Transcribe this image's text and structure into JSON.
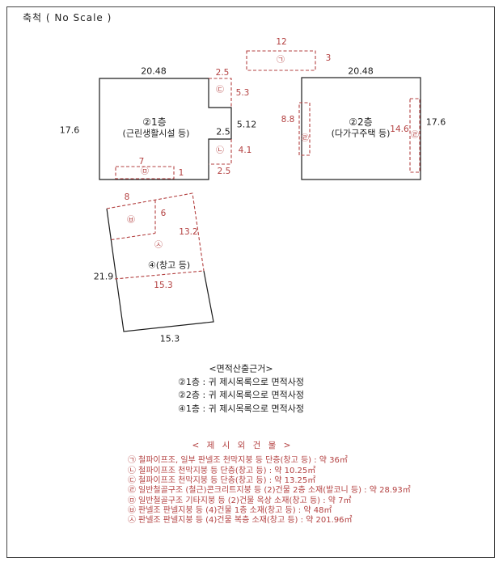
{
  "title": "축척 ( No Scale )",
  "colors": {
    "line_black": "#1c1c1c",
    "line_red": "#b34040"
  },
  "annex_top": {
    "glyph": "㉠",
    "dim_top": "12",
    "dim_right": "3"
  },
  "floor1": {
    "dim_top": "20.48",
    "dim_left": "17.6",
    "label_line1": "②1층",
    "label_line2": "(근린생활시설 등)",
    "notch_top": {
      "glyph": "㉢",
      "dim_top": "2.5",
      "dim_right": "5.3"
    },
    "bump": {
      "dim_right": "5.12",
      "dim_width": "2.5"
    },
    "notch_bottom": {
      "glyph": "㉡",
      "dim_right": "4.1",
      "dim_bottom": "2.5"
    },
    "box_bottom": {
      "glyph": "㉤",
      "dim_top": "7",
      "dim_right": "1"
    }
  },
  "floor2": {
    "dim_top": "20.48",
    "dim_right": "17.6",
    "label_line1": "②2층",
    "label_line2": "(다가구주택 등)",
    "strip_left": {
      "glyph": "㉣",
      "dim": "8.8"
    },
    "strip_right": {
      "glyph": "㉣",
      "dim": "14.6"
    }
  },
  "warehouse": {
    "label": "④(창고 등)",
    "dim_left": "21.9",
    "dim_bottom": "15.3",
    "dim_right": "13.2",
    "dim_inner": "15.3",
    "glyph_center": "㉦",
    "inner_box": {
      "glyph": "㉥",
      "dim_top": "8",
      "dim_right": "6"
    }
  },
  "area_basis": {
    "heading": "<면적산출근거>",
    "lines": [
      "②1층 : 귀 제시목록으로 면적사정",
      "②2층 : 귀 제시목록으로 면적사정",
      "④1층 : 귀 제시목록으로 면적사정"
    ]
  },
  "legend": {
    "heading": "< 제 시 외 건 물 >",
    "items": [
      {
        "glyph": "㉠",
        "text": "철파이프조, 일부 판넬조 천막지붕 등 단층(창고 등) : 약 36㎡"
      },
      {
        "glyph": "㉡",
        "text": "철파이프조 천막지붕 등 단층(창고 등) : 약 10.25㎡"
      },
      {
        "glyph": "㉢",
        "text": "철파이프조 천막지붕 등 단층(창고 등) : 약 13.25㎡"
      },
      {
        "glyph": "㉣",
        "text": "일반철골구조 (철근)콘크리트지붕 등 (2)건물 2층 소재(발코니 등) : 약 28.93㎡"
      },
      {
        "glyph": "㉤",
        "text": "일반철골구조 기타지붕 등 (2)건물 옥상 소재(창고 등) : 약 7㎡"
      },
      {
        "glyph": "㉥",
        "text": "판넬조 판넬지붕 등 (4)건물 1층 소재(창고 등) : 약 48㎡"
      },
      {
        "glyph": "㉦",
        "text": "판넬조 판넬지붕 등 (4)건물 복층 소재(창고 등) : 약 201.96㎡"
      }
    ]
  }
}
